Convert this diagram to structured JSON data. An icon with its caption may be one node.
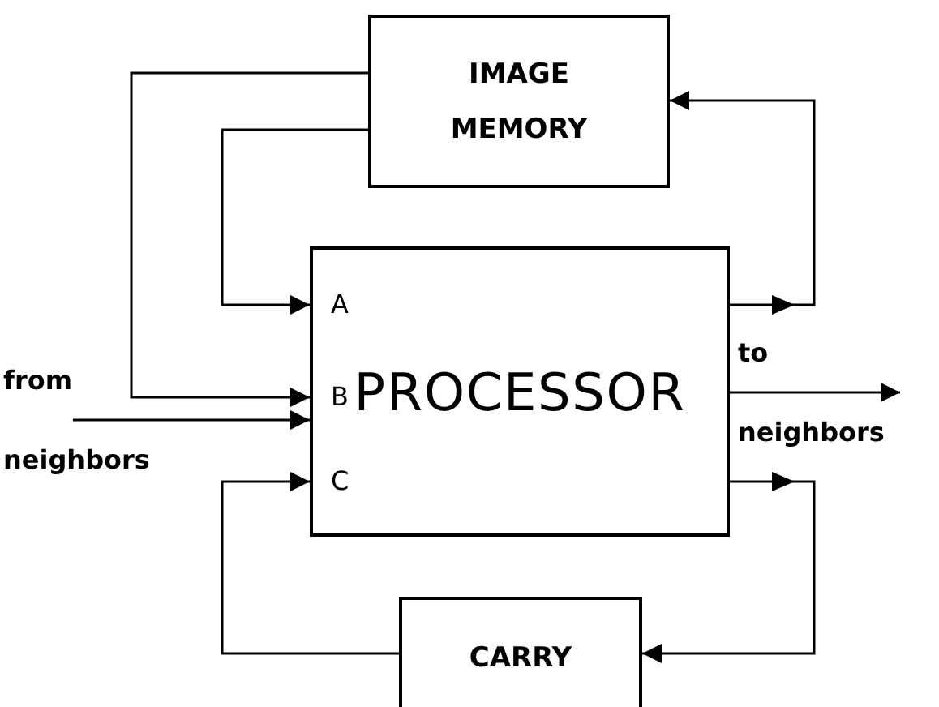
{
  "diagram": {
    "nodes": [
      {
        "text": [
          "IMAGE MEMORY"
        ]
      },
      {
        "text": [
          "PROCESSOR"
        ]
      },
      {
        "text": [
          "CARRY"
        ]
      },
      {
        "text": [
          "from neighbors"
        ]
      },
      {
        "text": [
          "to neighbors"
        ]
      }
    ],
    "edges": [
      {
        "from": 0,
        "to": 1,
        "arrow": "to"
      },
      {
        "from": 0,
        "to": 1,
        "arrow": "to"
      },
      {
        "from": 1,
        "to": 0,
        "arrow": "to"
      },
      {
        "from": 3,
        "to": 1,
        "arrow": "to"
      },
      {
        "from": 1,
        "to": 4,
        "arrow": "to"
      },
      {
        "from": 1,
        "to": 2,
        "arrow": "to"
      },
      {
        "from": 2,
        "to": 1,
        "arrow": "to"
      }
    ],
    "labels": [
      "A",
      "B",
      "C"
    ]
  }
}
